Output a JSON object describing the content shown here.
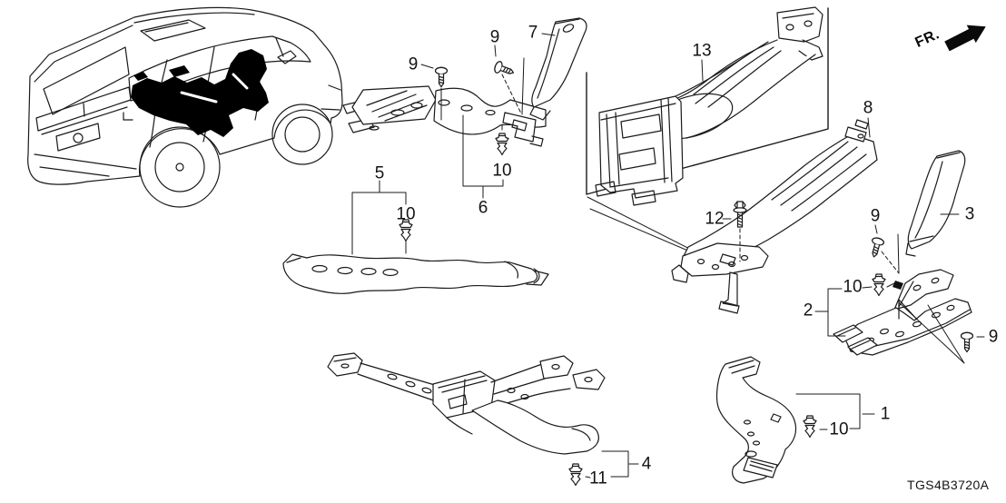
{
  "colors": {
    "ink": "#1a1a1a",
    "paper": "#ffffff"
  },
  "direction": {
    "label": "FR."
  },
  "drawing_code": {
    "text": "TGS4B3720A"
  },
  "icons": {
    "screw": "tapping-screw-icon",
    "clip": "push-clip-icon",
    "bolt": "flange-bolt-icon",
    "arrow": "front-direction-arrow-icon",
    "vehicle": "suv-rear-three-quarter-illustration"
  },
  "callouts": [
    {
      "ref": "1"
    },
    {
      "ref": "2"
    },
    {
      "ref": "3"
    },
    {
      "ref": "4"
    },
    {
      "ref": "5"
    },
    {
      "ref": "6"
    },
    {
      "ref": "7"
    },
    {
      "ref": "8"
    },
    {
      "ref": "9"
    },
    {
      "ref": "9"
    },
    {
      "ref": "9"
    },
    {
      "ref": "9"
    },
    {
      "ref": "10"
    },
    {
      "ref": "10"
    },
    {
      "ref": "10"
    },
    {
      "ref": "10"
    },
    {
      "ref": "11"
    },
    {
      "ref": "12"
    },
    {
      "ref": "13"
    }
  ]
}
